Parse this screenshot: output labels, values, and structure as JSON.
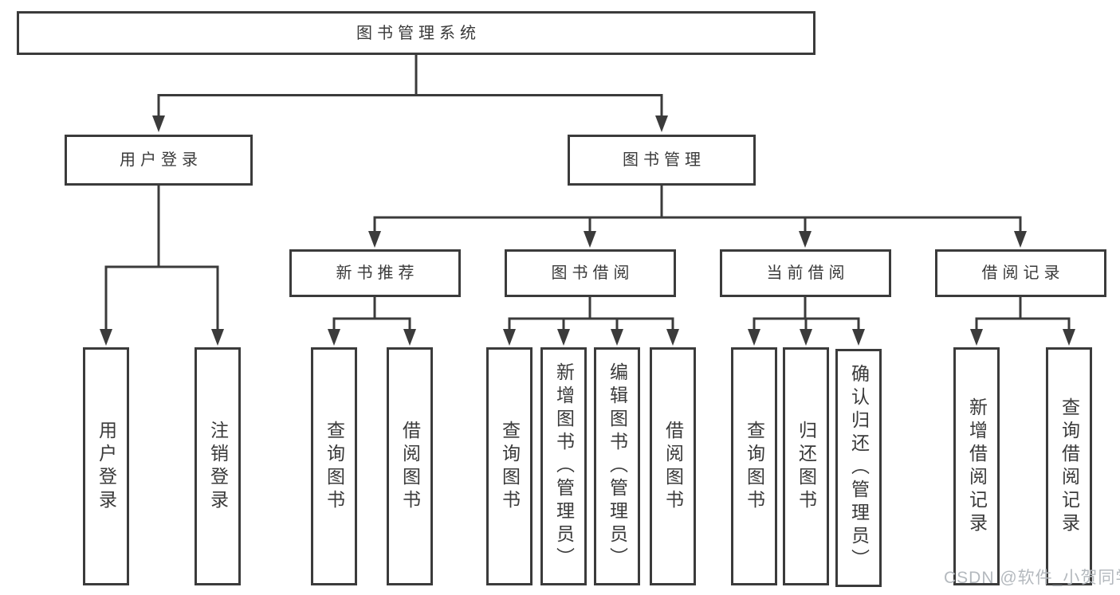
{
  "colors": {
    "line": "#3b3b3b",
    "text": "#3a3a3a",
    "watermark": "#b4b9be",
    "background": "#ffffff"
  },
  "diagram": {
    "root": {
      "label": "图书管理系统"
    },
    "level2": {
      "user_login": {
        "label": "用户登录"
      },
      "book_management": {
        "label": "图书管理"
      }
    },
    "level3": {
      "new_book_recommend": {
        "label": "新书推荐"
      },
      "book_borrow": {
        "label": "图书借阅"
      },
      "current_borrow": {
        "label": "当前借阅"
      },
      "borrow_records": {
        "label": "借阅记录"
      }
    },
    "leaves": {
      "user_login": {
        "label": "用户登录"
      },
      "logout": {
        "label": "注销登录"
      },
      "rec_query_book": {
        "label": "查询图书"
      },
      "rec_borrow_book": {
        "label": "借阅图书"
      },
      "bb_query_book": {
        "label": "查询图书"
      },
      "bb_add_book_admin": {
        "label": "新增图书（管理员）"
      },
      "bb_edit_book_admin": {
        "label": "编辑图书（管理员）"
      },
      "bb_borrow_book": {
        "label": "借阅图书"
      },
      "cb_query_book": {
        "label": "查询图书"
      },
      "cb_return_book": {
        "label": "归还图书"
      },
      "cb_confirm_return_admin": {
        "label": "确认归还（管理员）"
      },
      "br_add_record": {
        "label": "新增借阅记录"
      },
      "br_query_record": {
        "label": "查询借阅记录"
      }
    }
  },
  "watermark": {
    "text": "CSDN @软件_小贺同学"
  }
}
